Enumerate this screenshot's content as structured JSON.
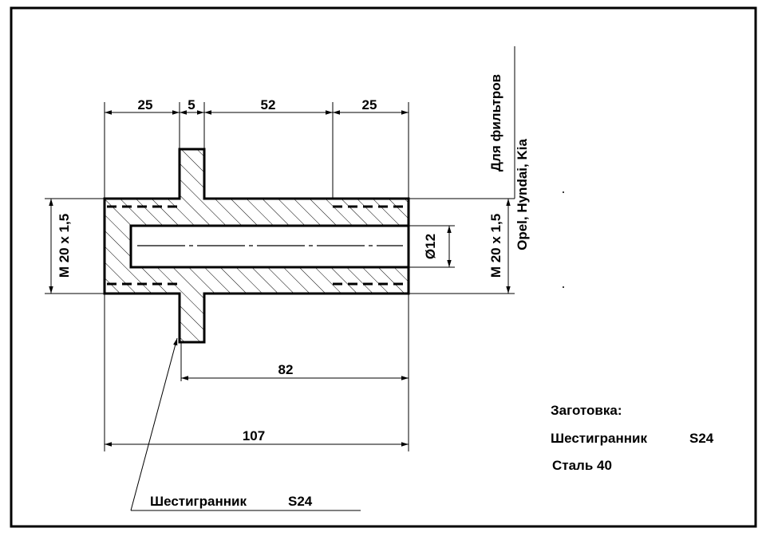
{
  "dimensions": {
    "flange_offset": "25",
    "flange_width": "5",
    "middle_length": "52",
    "thread_length": "25",
    "hex_to_end": "82",
    "total_length": "107",
    "bore_diameter": "Ø12",
    "thread_left": "M 20 x 1,5",
    "thread_right": "M 20 x 1,5"
  },
  "application": {
    "line1": "Для фильтров",
    "line2": "Opel, Hyndai, Kia"
  },
  "blank": {
    "heading": "Заготовка:",
    "stock_word": "Шестигранник",
    "stock_size": "S24",
    "material": "Сталь 40"
  },
  "callout": {
    "word": "Шестигранник",
    "size": "S24"
  }
}
